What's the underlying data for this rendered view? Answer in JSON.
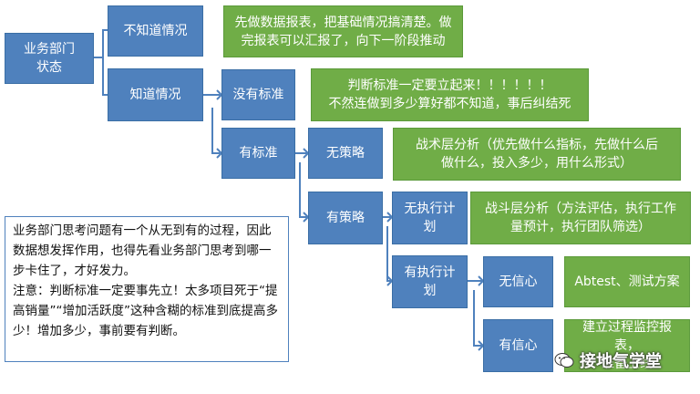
{
  "root": "业务部门\n状态",
  "nodes": {
    "unknown": "不知道情况",
    "known": "知道情况",
    "no_standard": "没有标准",
    "has_standard": "有标准",
    "no_strategy": "无策略",
    "has_strategy": "有策略",
    "no_plan": "无执行计\n划",
    "has_plan": "有执行计\n划",
    "no_confidence": "无信心",
    "has_confidence": "有信心"
  },
  "actions": {
    "unknown": "先做数据报表，把基础情况搞清楚。做\n完报表可以汇报了，向下一阶段推动",
    "no_standard": "判断标准一定要立起来！！！！！！\n不然连做到多少算好都不知道，事后纠结死",
    "no_strategy": "战术层分析（优先做什么指标，先做什么后\n做什么，投入多少，用什么形式）",
    "no_plan": "战斗层分析（方法评估，执行工作\n量预计，执行团队筛选）",
    "no_confidence": "Abtest、测试方案",
    "has_confidence": "建立过程监控报表，\n准备上线"
  },
  "note": {
    "p1": "业务部门思考问题有一个从无到有的过程，因此数据想发挥作用，也得先看业务部门思考到哪一步卡住了，才好发力。",
    "p2": "注意：判断标准一定要事先立！太多项目死于“提高销量”“增加活跃度”这种含糊的标准到底提高多少！增加多少，事前要有判断。"
  },
  "watermark": "接地气学堂",
  "colors": {
    "node": "#4f81bd",
    "action": "#70ad47"
  }
}
